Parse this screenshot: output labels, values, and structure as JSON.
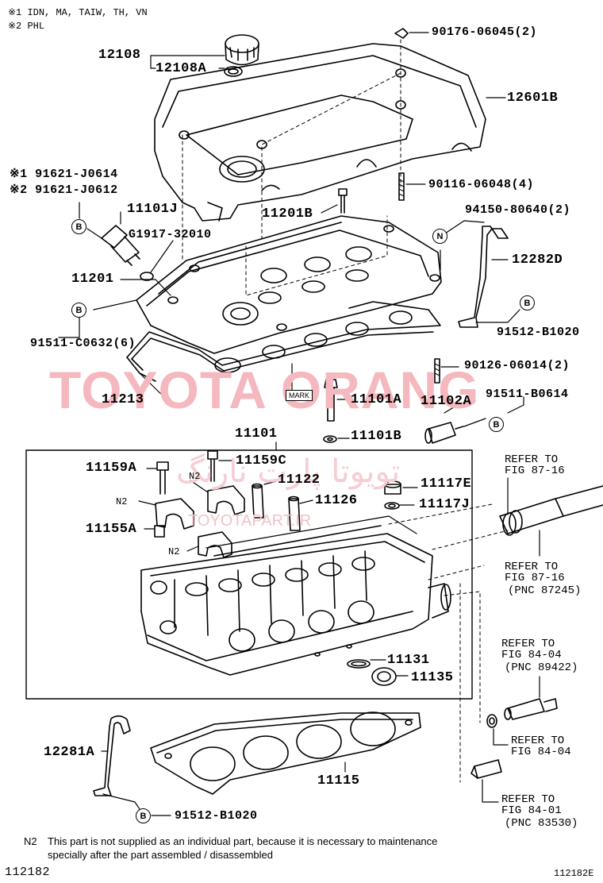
{
  "notes": {
    "note1": "※1 IDN, MA, TAIW, TH, VN",
    "note2": "※2 PHL",
    "n2_code": "N2",
    "n2_line1": "This part is not supplied as an individual part, because it is necessary to maintenance",
    "n2_line2": "specially after the part assembled / disassembled"
  },
  "footer": {
    "left_code": "112182",
    "right_code": "112182E"
  },
  "watermark": {
    "main": "TOYOTA ORANG",
    "url": "TOYOTAPART.IR",
    "arabic": "تویوتا پارت نارنگ"
  },
  "mark_tag": "MARK",
  "badges": {
    "b": "B",
    "n": "N"
  },
  "parts": {
    "p12108": "12108",
    "p12108A": "12108A",
    "p90176": "90176-06045(2)",
    "p12601B": "12601B",
    "p91621a": "※1 91621-J0614",
    "p91621b": "※2 91621-J0612",
    "p11101J": "11101J",
    "pG1917": "G1917-32010",
    "p11201B": "11201B",
    "p90116": "90116-06048(4)",
    "p94150": "94150-80640(2)",
    "p12282D": "12282D",
    "p11201": "11201",
    "p91512top": "91512-B1020",
    "p91511c": "91511-C0632(6)",
    "p90126": "90126-06014(2)",
    "p11213": "11213",
    "p11101A": "11101A",
    "p11102A": "11102A",
    "p91511b": "91511-B0614",
    "p11101": "11101",
    "p11101B": "11101B",
    "p11159A": "11159A",
    "p11159C": "11159C",
    "p11122": "11122",
    "p11117E": "11117E",
    "p11126": "11126",
    "p11117J": "11117J",
    "p11155A": "11155A",
    "p11131": "11131",
    "p11135": "11135",
    "p12281A": "12281A",
    "p11115": "11115",
    "p91512bot": "91512-B1020",
    "n2a": "N2",
    "n2b": "N2",
    "n2c": "N2"
  },
  "refs": {
    "r1_l1": "REFER TO",
    "r1_l2": "FIG 87-16",
    "r2_l1": "REFER TO",
    "r2_l2": "FIG 87-16",
    "r2_l3": "(PNC 87245)",
    "r3_l1": "REFER TO",
    "r3_l2": "FIG 84-04",
    "r3_l3": "(PNC 89422)",
    "r4_l1": "REFER TO",
    "r4_l2": "FIG 84-04",
    "r5_l1": "REFER TO",
    "r5_l2": "FIG 84-01",
    "r5_l3": "(PNC 83530)"
  }
}
